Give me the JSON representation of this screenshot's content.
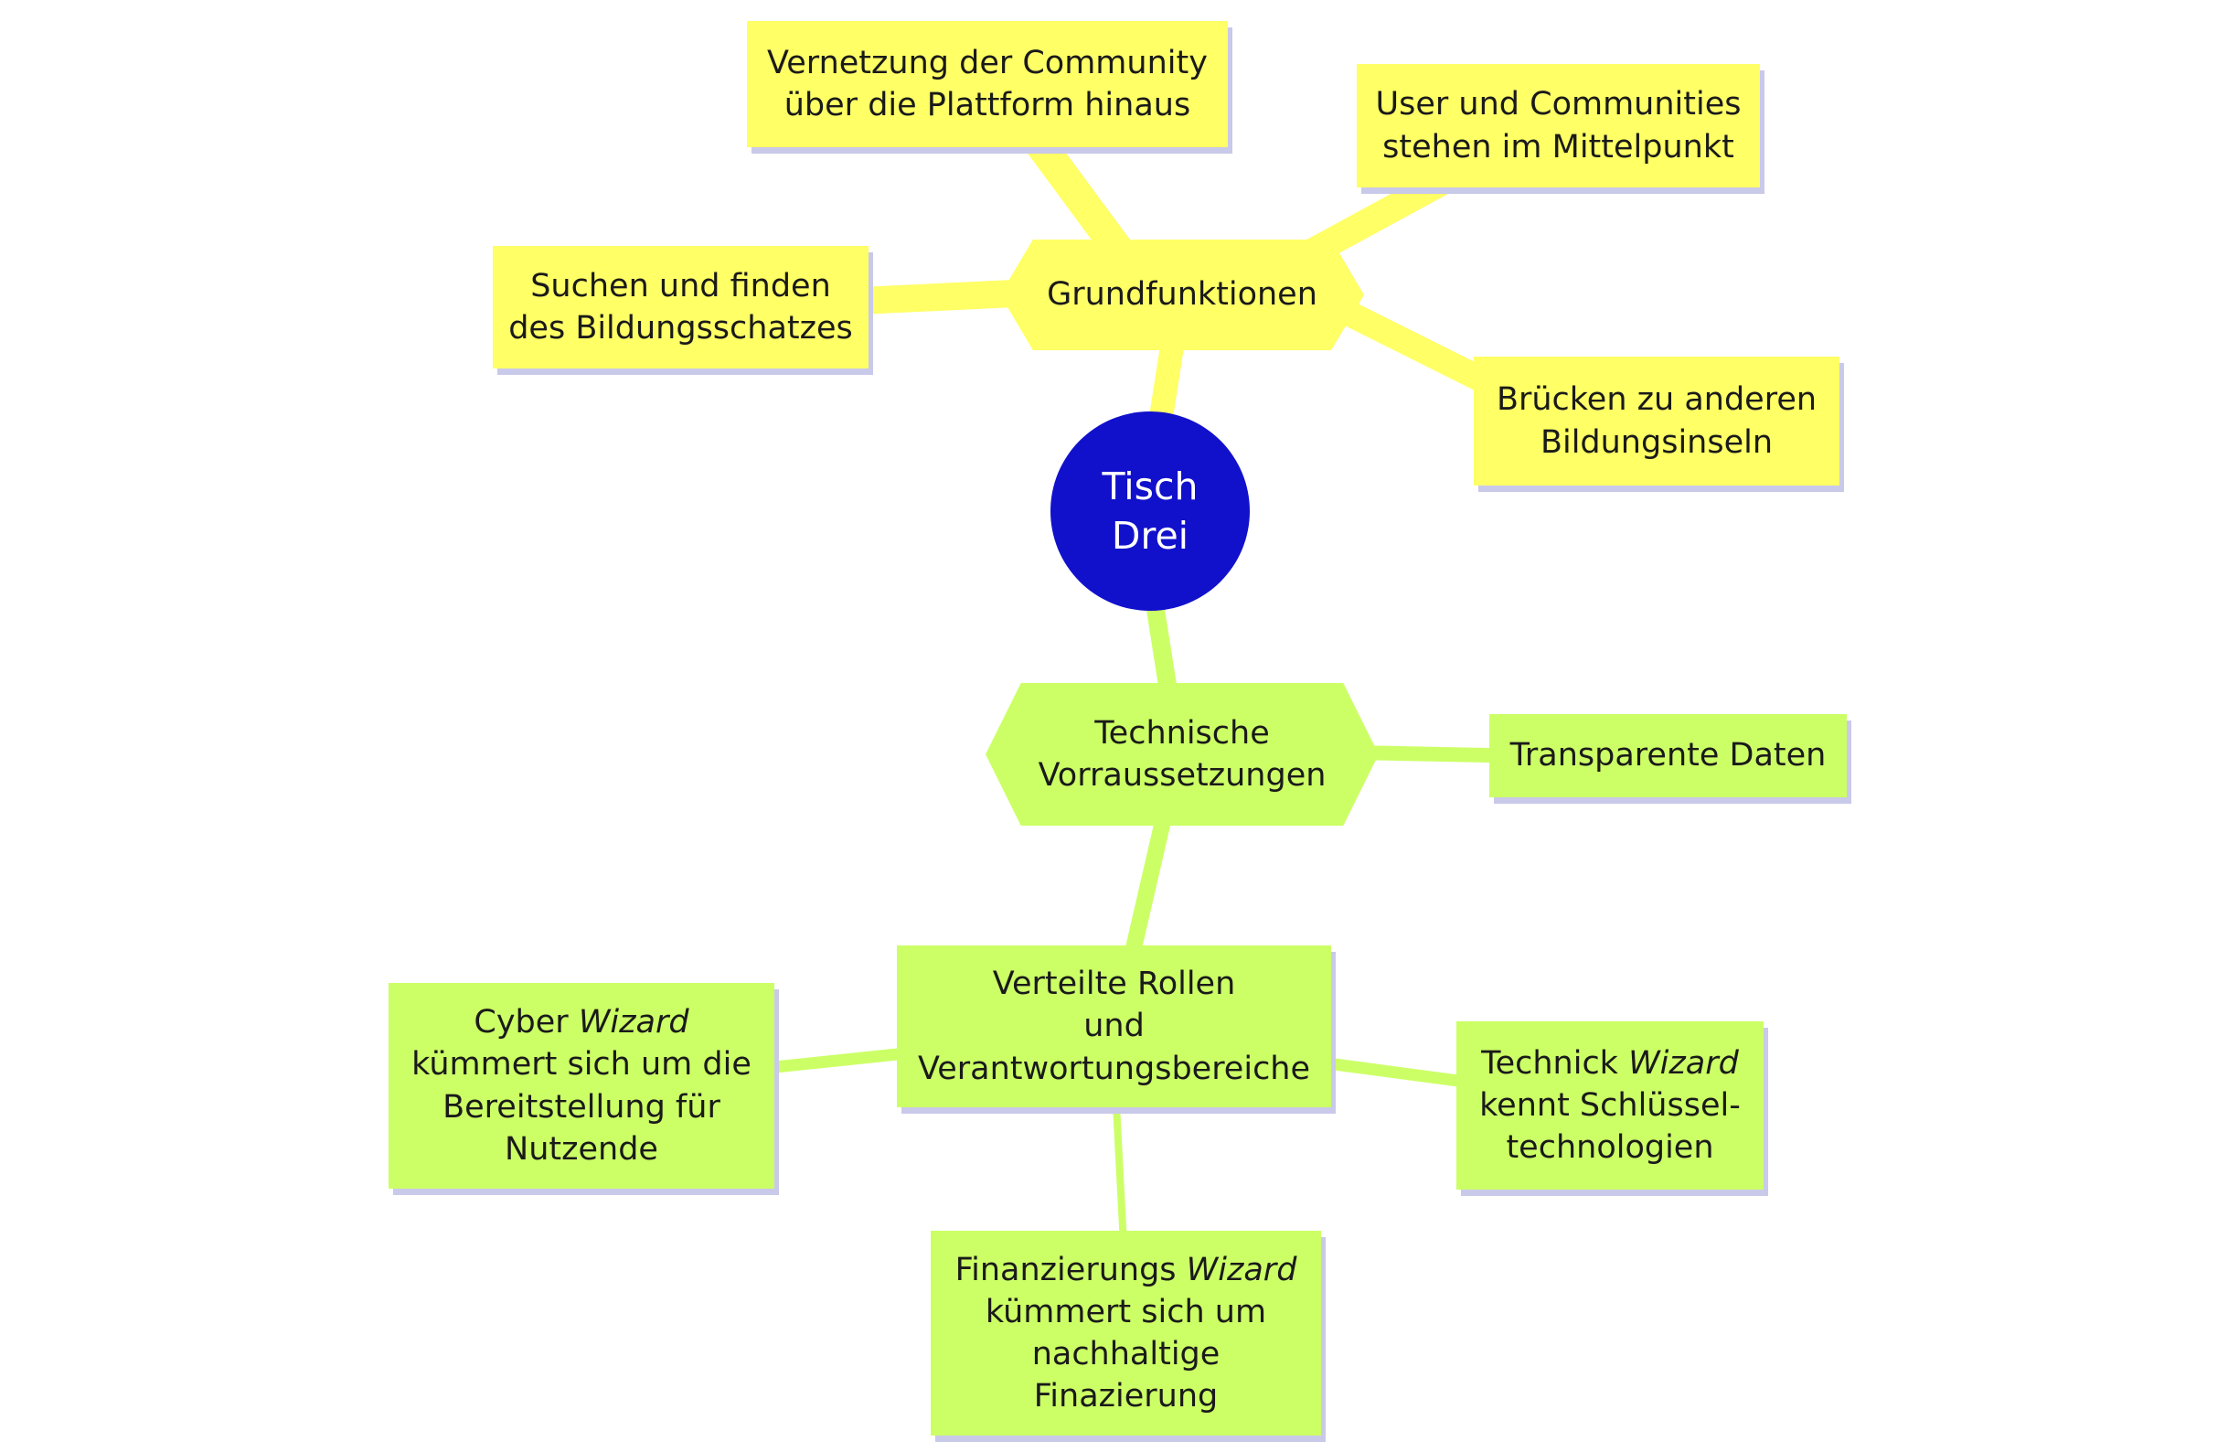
{
  "colors": {
    "branch_yellow": "#ffff66",
    "branch_green": "#ccff66",
    "center_blue": "#1111cc",
    "shadow": "#c9c9ea",
    "text": "#1a1a1a",
    "background": "#ffffff"
  },
  "center": {
    "label": "Tisch Drei"
  },
  "branches": {
    "grundfunktionen": {
      "hub_label": "Grundfunktionen",
      "leaves": [
        {
          "label": "Vernetzung der Community\nüber die Plattform hinaus"
        },
        {
          "label": "User und Communities\nstehen im Mittelpunkt"
        },
        {
          "label": "Suchen und finden\ndes Bildungsschatzes"
        },
        {
          "label": "Brücken zu anderen\nBildungsinseln"
        }
      ]
    },
    "technische": {
      "hub_label": "Technische\nVorraussetzungen",
      "leaves": [
        {
          "label": "Transparente Daten"
        }
      ],
      "child": {
        "hub_label": "Verteilte Rollen\nund\nVerantwortungsbereiche",
        "leaves": [
          {
            "parts": [
              {
                "t": "Cyber "
              },
              {
                "t": "Wizard",
                "i": true
              },
              {
                "t": "\nkümmert sich um die\nBereitstellung für\nNutzende"
              }
            ]
          },
          {
            "parts": [
              {
                "t": "Technick "
              },
              {
                "t": "Wizard",
                "i": true
              },
              {
                "t": "\nkennt Schlüssel-\ntechnologien"
              }
            ]
          },
          {
            "parts": [
              {
                "t": "Finanzierungs "
              },
              {
                "t": "Wizard",
                "i": true
              },
              {
                "t": "\nkümmert sich um\nnachhaltige\nFinazierung"
              }
            ]
          }
        ]
      }
    }
  }
}
